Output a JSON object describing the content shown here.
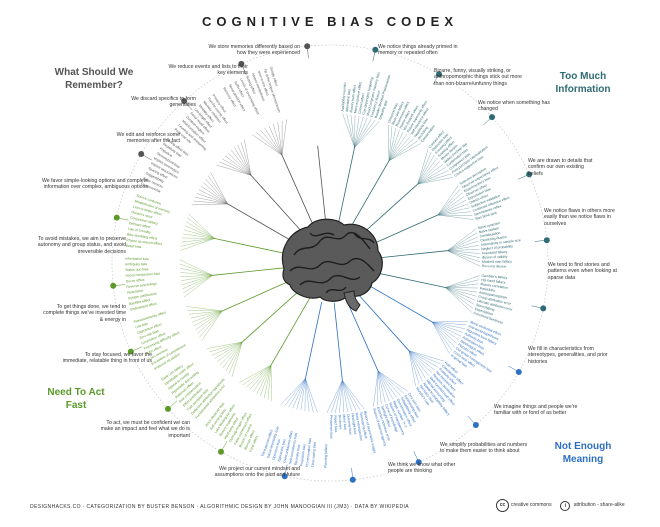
{
  "title": "COGNITIVE BIAS CODEX",
  "quadrants": {
    "top_left": {
      "label": "What Should We Remember?",
      "color": "#555555"
    },
    "top_right": {
      "label": "Too Much Information",
      "color": "#2f6b74"
    },
    "bottom_left": {
      "label": "Need To Act Fast",
      "color": "#5b9a2a"
    },
    "bottom_right": {
      "label": "Not Enough Meaning",
      "color": "#2d6fc2"
    }
  },
  "categories": [
    "We notice things already primed in memory or repeated often",
    "Bizarre, funny, visually striking, or anthropomorphic things stick out more than non-bizarre/unfunny things",
    "We notice when something has changed",
    "We are drawn to details that confirm our own existing beliefs",
    "We notice flaws in others more easily than we notice flaws in ourselves",
    "We tend to find stories and patterns even when looking at sparse data",
    "We fill in characteristics from stereotypes, generalities, and prior histories",
    "We imagine things and people we're familiar with or fond of as better",
    "We simplify probabilities and numbers to make them easier to think about",
    "We think we know what other people are thinking",
    "We project our current mindset and assumptions onto the past and future",
    "To act, we must be confident we can make an impact and feel what we do is important",
    "To stay focused, we favor the immediate, relatable thing in front of us",
    "To get things done, we tend to complete things we've invested time & energy in",
    "To avoid mistakes, we aim to preserve autonomy and group status, and avoid irreversible decisions",
    "We favor simple-looking options and complete information over complex, ambiguous options",
    "We edit and reinforce some memories after the fact",
    "We discard specifics to form generalities",
    "We reduce events and lists to their key elements",
    "We store memories differently based on how they were experienced"
  ],
  "biases": [
    "Availability heuristic",
    "Attentional bias",
    "Illusory truth effect",
    "Mere exposure effect",
    "Context effect",
    "Cue-dependent forgetting",
    "Mood-congruent memory bias",
    "Frequency illusion",
    "Baader-Meinhof Phenomenon",
    "Empathy gap",
    "Omission bias",
    "Base rate fallacy",
    "Bizarreness effect",
    "Humor effect",
    "Von Restorff effect",
    "Picture superiority effect",
    "Self-relevance effect",
    "Negativity bias",
    "Anchoring",
    "Conservatism",
    "Contrast effect",
    "Distinction bias",
    "Focusing effect",
    "Framing effect",
    "Money illusion",
    "Weber-Fechner law",
    "Confirmation bias",
    "Congruence bias",
    "Post-purchase rationalization",
    "Choice-supportive bias",
    "Selective perception",
    "Observer-expectancy effect",
    "Experimenter's bias",
    "Observer effect",
    "Expectation bias",
    "Ostrich effect",
    "Subjective validation",
    "Continued influence effect",
    "Semmelweis reflex",
    "Bias blind spot",
    "Naive cynicism",
    "Naive realism",
    "Confabulation",
    "Clustering illusion",
    "Insensitivity to sample size",
    "Neglect of probability",
    "Anecdotal fallacy",
    "Illusion of validity",
    "Masked man fallacy",
    "Recency illusion",
    "Gambler's fallacy",
    "Hot-hand fallacy",
    "Illusory correlation",
    "Pareidolia",
    "Anthropomorphism",
    "Group attribution error",
    "Ultimate attribution error",
    "Stereotyping",
    "Essentialism",
    "Functional fixedness",
    "Moral credential effect",
    "Just-world hypothesis",
    "Argument from fallacy",
    "Authority bias",
    "Automation bias",
    "Bandwagon effect",
    "Placebo effect",
    "Out-group homogeneity bias",
    "Cross-race effect",
    "In-group bias",
    "Halo effect",
    "Cheerleader effect",
    "Positivity effect",
    "Not invented here",
    "Reactive devaluation",
    "Well-traveled road effect",
    "Mental accounting",
    "Appeal to probability fallacy",
    "Normalcy bias",
    "Murphy's Law",
    "Zero sum bias",
    "Survivorship bias",
    "Subadditivity effect",
    "Denomination effect",
    "Magic number 7+-2",
    "Illusion of transparency",
    "Curse of knowledge",
    "Spotlight effect",
    "Extrinsic incentive error",
    "Illusion of external agency",
    "Illusion of asymmetric insight",
    "Telescoping effect",
    "Rosy retrospection",
    "Hindsight bias",
    "Outcome bias",
    "Moral luck",
    "Declinism",
    "Impact bias",
    "Pessimism bias",
    "Planning fallacy",
    "Time-saving bias",
    "Pro-innovation bias",
    "Projection bias",
    "Restraint bias",
    "Self-consistency bias",
    "Overconfidence effect",
    "Egocentric bias",
    "Optimism bias",
    "Social desirability bias",
    "Third-person effect",
    "Forer effect",
    "Barnum effect",
    "Illusion of control",
    "False consensus effect",
    "Dunning-Kruger effect",
    "Hard-easy effect",
    "Illusory superiority",
    "Lake Wobegone effect",
    "Self-serving bias",
    "Actor-observer bias",
    "Fundamental attribution error",
    "Defensive attribution hypothesis",
    "Trait ascription bias",
    "Effort justification",
    "Risk compensation",
    "Peltzman effect",
    "Hyperbolic discounting",
    "Appeal to novelty",
    "Identifiable victim effect",
    "Sunk cost fallacy",
    "Irrational escalation",
    "Escalation of commitment",
    "Loss aversion",
    "IKEA effect",
    "Processing difficulty effect",
    "Generation effect",
    "Zero-risk bias",
    "Disposition effect",
    "Unit bias",
    "Pseudocertainty effect",
    "Endowment effect",
    "Backfire effect",
    "System justification",
    "Reactance",
    "Reverse psychology",
    "Decoy effect",
    "Social comparison bias",
    "Status quo bias",
    "Ambiguity bias",
    "Information bias",
    "Belief bias",
    "Rhyme as reason effect",
    "Bike-shedding effect",
    "Law of Triviality",
    "Delmore effect",
    "Conjunction fallacy",
    "Occam's razor",
    "Less-is-better effect",
    "Misattribution of memory",
    "Source confusion",
    "Cryptomnesia",
    "False memory",
    "Suggestibility",
    "Spacing effect",
    "Implicit associations",
    "Implicit stereotypes",
    "Stereotypical bias",
    "Prejudice",
    "Negativity bias",
    "Fading affect bias",
    "Peak-end rule",
    "Leveling and sharpening",
    "Misinformation effect",
    "Duration neglect",
    "Serial recall effect",
    "List-length effect",
    "Modality effect",
    "Memory inhibition",
    "Part-list cueing effect",
    "Primacy effect",
    "Recency effect",
    "Serial position effect",
    "Suffix effect",
    "Levels of processing effect",
    "Testing effect",
    "Absent-mindedness",
    "Next-in-line effect",
    "Tip of the tongue phenomenon",
    "Google effect"
  ],
  "footer": {
    "text": "DESIGNHACKS.CO · CATEGORIZATION BY BUSTER BENSON · ALGORITHMIC DESIGN BY JOHN MANOOGIAN III (JM3) · DATA BY WIKIPEDIA",
    "cc_label": "creative commons",
    "license": "attribution - share-alike"
  }
}
